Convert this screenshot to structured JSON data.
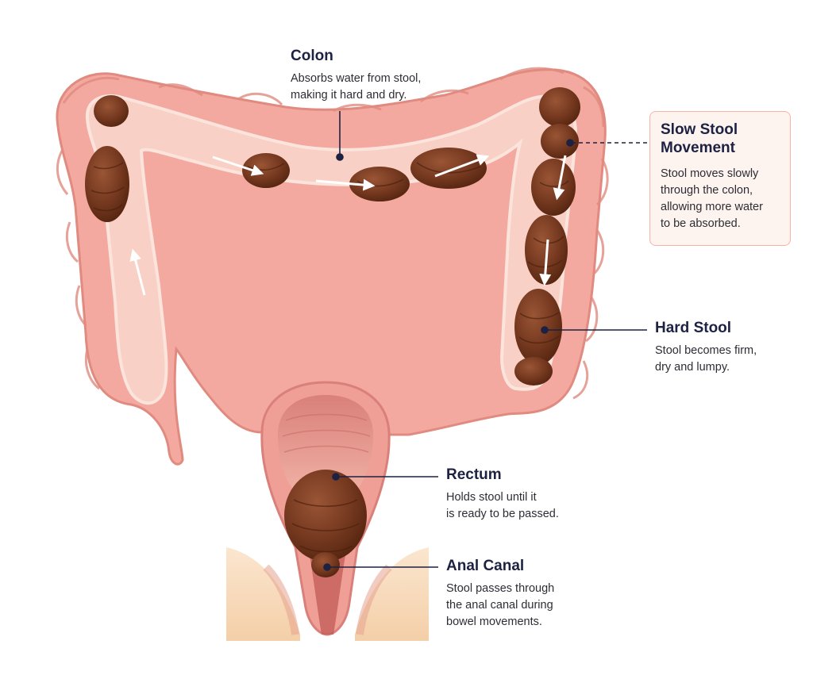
{
  "labels": {
    "colon": {
      "title": "Colon",
      "description": [
        "Absorbs water from stool,",
        "making it hard and dry."
      ]
    },
    "slow_stool": {
      "title": [
        "Slow Stool",
        "Movement"
      ],
      "description": [
        "Stool moves slowly",
        "through the colon,",
        "allowing more water",
        "to be absorbed."
      ]
    },
    "hard_stool": {
      "title": "Hard Stool",
      "description": [
        "Stool becomes firm,",
        "dry and lumpy."
      ]
    },
    "rectum": {
      "title": "Rectum",
      "description": [
        "Holds stool until it",
        "is ready to be passed."
      ]
    },
    "anal_canal": {
      "title": "Anal Canal",
      "description": [
        "Stool passes through",
        "the anal canal during",
        "bowel movements."
      ]
    }
  },
  "colors": {
    "colon_wall": "#f4a9a0",
    "colon_wall_dark": "#e08a80",
    "colon_lumen": "#f9d0c6",
    "stool": "#7a3b22",
    "stool_dark": "#5a2815",
    "skin": "#f7d9b8",
    "callout_border": "#f2b6a6",
    "callout_fill": "#fdf3ef",
    "heading": "#1d2142"
  }
}
